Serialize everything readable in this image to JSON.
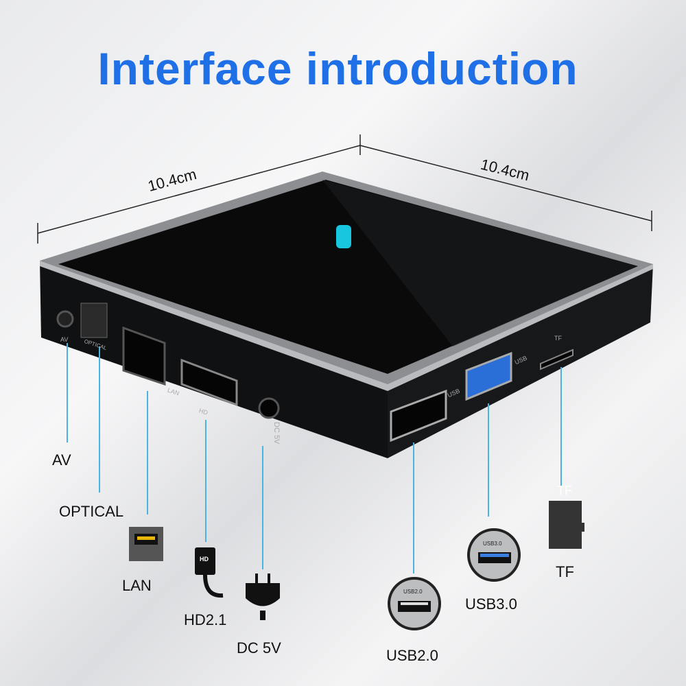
{
  "title": "Interface introduction",
  "dimensions": {
    "width": "10.4cm",
    "depth": "10.4cm"
  },
  "port_markings": [
    "AV",
    "OPTICAL",
    "LAN",
    "HD",
    "DC 5V",
    "USB",
    "USB",
    "TF"
  ],
  "callouts": {
    "av": "AV",
    "optical": "OPTICAL",
    "lan": "LAN",
    "hd": "HD2.1",
    "dc": "DC 5V",
    "usb2": "USB2.0",
    "usb3": "USB3.0",
    "tf": "TF",
    "tf_card": "TF",
    "usb2_icon_text": "USB2.0",
    "usb3_icon_text": "USB3.0",
    "hd_plug_text": "HD"
  },
  "colors": {
    "title": "#1f6fe6",
    "callout_line": "#4ab3e2",
    "led": "#19c6e0"
  }
}
